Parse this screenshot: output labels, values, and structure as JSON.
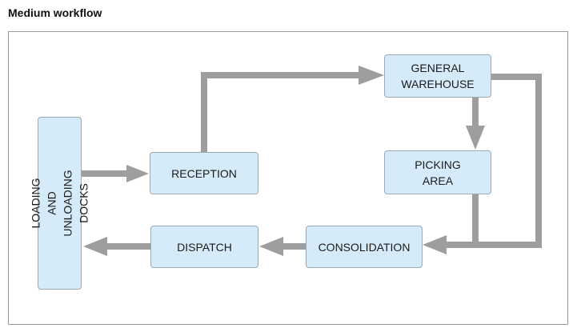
{
  "title": "Medium workflow",
  "nodes": {
    "loading_docks": "LOADING AND\nUNLOADING DOCKS",
    "reception": "RECEPTION",
    "general_warehouse": "GENERAL\nWAREHOUSE",
    "picking_area": "PICKING\nAREA",
    "consolidation": "CONSOLIDATION",
    "dispatch": "DISPATCH"
  },
  "colors": {
    "box_fill": "#d6ebfa",
    "arrow": "#9e9e9e"
  }
}
